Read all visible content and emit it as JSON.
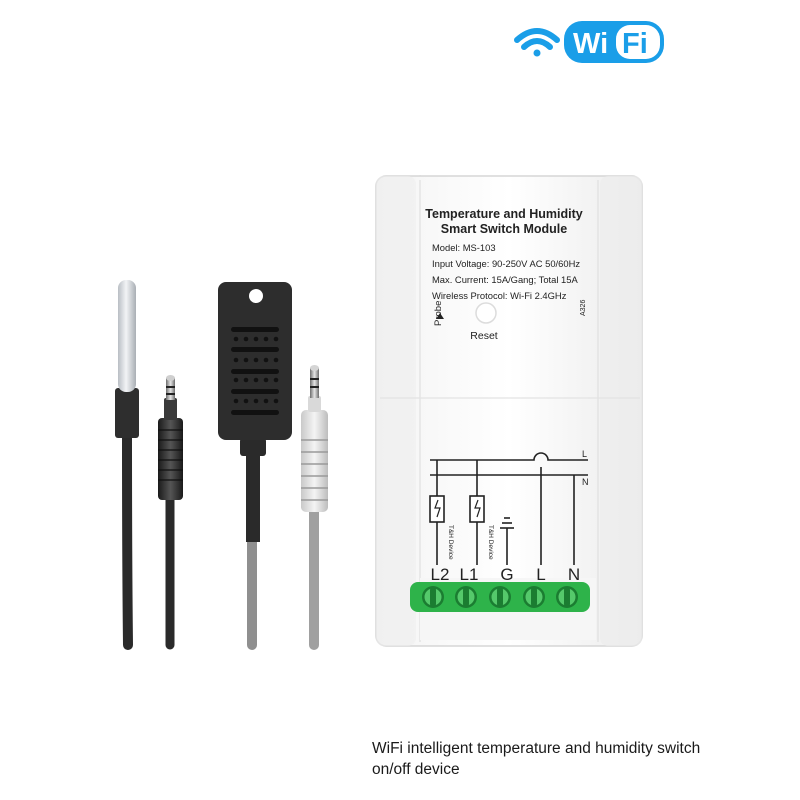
{
  "badge": {
    "text": "WiFi"
  },
  "module": {
    "title_line1": "Temperature and Humidity",
    "title_line2": "Smart Switch Module",
    "model": "Model: MS-103",
    "voltage": "Input Voltage: 90-250V AC 50/60Hz",
    "current": "Max. Current: 15A/Gang; Total 15A",
    "protocol": "Wireless Protocol: Wi-Fi 2.4GHz",
    "probe_label": "Probe",
    "reset_label": "Reset",
    "code": "A326",
    "line_label_L": "L",
    "line_label_N": "N",
    "device_label_1": "T&H Device",
    "device_label_2": "T&H Device",
    "terminals": [
      "L2",
      "L1",
      "G",
      "L",
      "N"
    ]
  },
  "caption": {
    "line1": "WiFi intelligent temperature and humidity switch",
    "line2": "on/off device"
  },
  "colors": {
    "wifi_blue": "#1a9ee8",
    "terminal_green": "#2eb34a",
    "module_white": "#f7f7f7",
    "cable_black": "#2a2a2a",
    "cable_gray": "#9a9a9a"
  }
}
